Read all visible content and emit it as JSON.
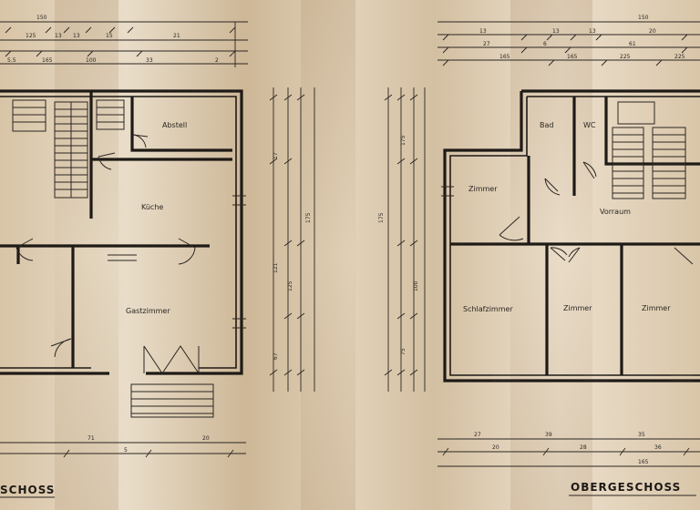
{
  "colors": {
    "paper": "#e5d7c3",
    "paper_dark": "#c9b293",
    "ink": "#1e1a16"
  },
  "plans": {
    "ground": {
      "title": "SCHOSS",
      "rooms": {
        "abstell": "Abstell",
        "kueche": "Küche",
        "gastzimmer": "Gastzimmer"
      },
      "top_dims": {
        "overall": "150",
        "row2": [
          "125",
          "13",
          "13",
          "15",
          "21"
        ],
        "row3": [
          "5.5",
          "165",
          "100",
          "33",
          "2"
        ]
      },
      "bottom_dims": [
        "71",
        "20",
        "5"
      ],
      "side_dims": [
        "17",
        "175",
        "121",
        "125",
        "67"
      ]
    },
    "upper": {
      "title": "OBERGESCHOSS",
      "rooms": {
        "bad": "Bad",
        "wc": "WC",
        "zimmer_left": "Zimmer",
        "vorraum": "Vorraum",
        "schlafzimmer": "Schlafzimmer",
        "zimmer_mid": "Zimmer",
        "zimmer_right": "Zimmer"
      },
      "top_dims": {
        "overall": "150",
        "row2": [
          "13",
          "13",
          "13",
          "20"
        ],
        "row3": [
          "27",
          "6",
          "61"
        ],
        "row4": [
          "165",
          "165",
          "225",
          "225"
        ]
      },
      "bottom_dims": {
        "row1": [
          "27",
          "39",
          "35"
        ],
        "row2": [
          "20",
          "28",
          "36"
        ],
        "overall": "165"
      },
      "side_dims": [
        "175",
        "175",
        "100",
        "75"
      ]
    }
  }
}
